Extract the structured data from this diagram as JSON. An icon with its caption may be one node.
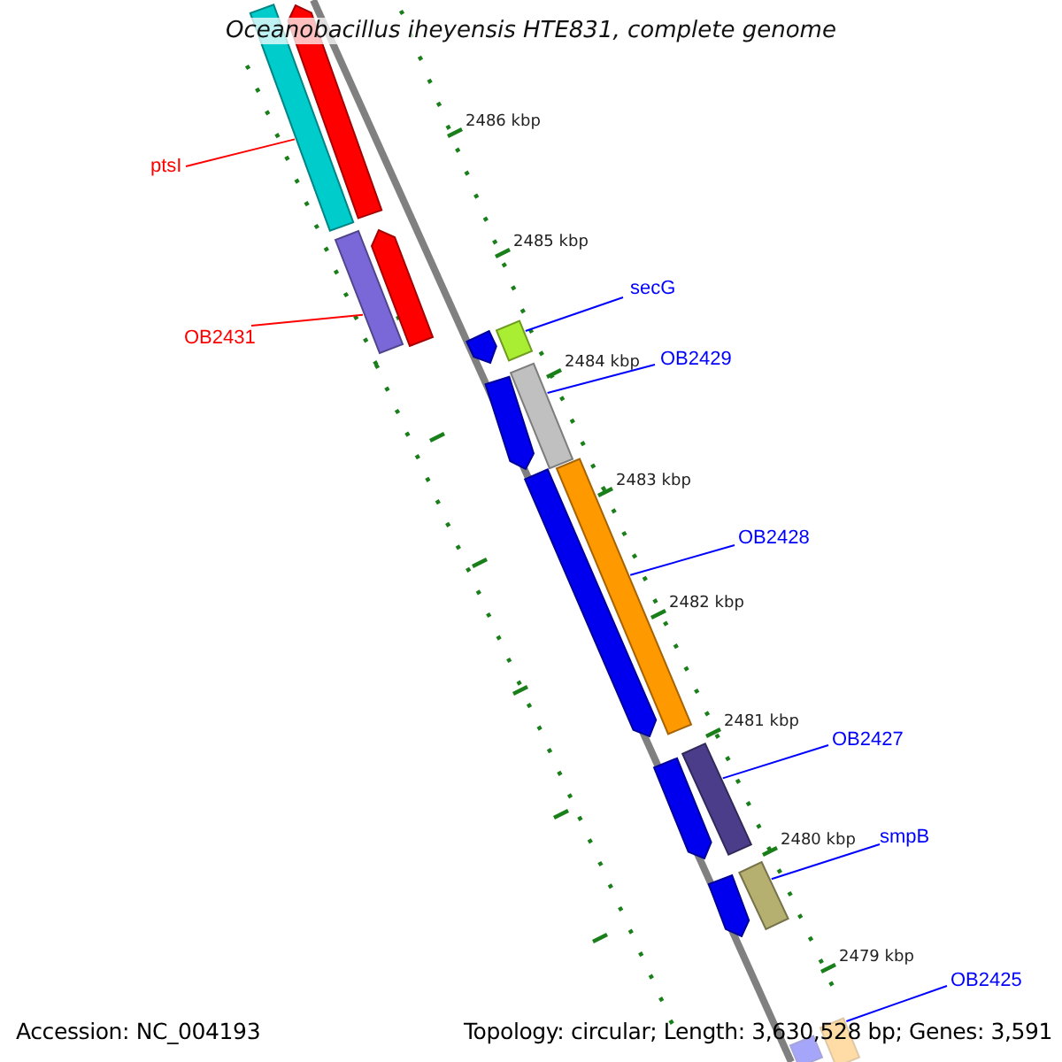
{
  "diagram": {
    "title": "Oceanobacillus iheyensis HTE831, complete genome",
    "nodes": [
      {
        "text": [
          "ptsI"
        ]
      },
      {
        "text": [],
        "shape": "bar"
      },
      {
        "text": [
          "OB2431"
        ]
      },
      {
        "text": [],
        "shape": "bar"
      },
      {
        "text": [
          "secG"
        ]
      },
      {
        "text": [],
        "shape": "bar"
      },
      {
        "text": [
          "OB2429"
        ]
      },
      {
        "text": [],
        "shape": "bar"
      },
      {
        "text": [
          "OB2428"
        ]
      },
      {
        "text": [],
        "shape": "bar"
      },
      {
        "text": [
          "OB2427"
        ]
      },
      {
        "text": [],
        "shape": "bar"
      },
      {
        "text": [
          "smpB"
        ]
      },
      {
        "text": [],
        "shape": "bar"
      },
      {
        "text": [
          "OB2425"
        ]
      },
      {
        "text": [],
        "shape": "bar"
      },
      {
        "text": [],
        "shape": "bar"
      },
      {
        "text": [],
        "shape": "bar"
      },
      {
        "text": [],
        "shape": "bar"
      },
      {
        "text": [],
        "shape": "bar"
      },
      {
        "text": [],
        "shape": "bar"
      },
      {
        "text": [],
        "shape": "bar"
      },
      {
        "text": [],
        "shape": "bar"
      },
      {
        "text": [],
        "shape": "bar"
      }
    ],
    "edges": [
      {
        "from": 0,
        "to": 1,
        "arrow": "none",
        "color": "#ff0000"
      },
      {
        "from": 2,
        "to": 3,
        "arrow": "none",
        "color": "#ff0000"
      },
      {
        "from": 4,
        "to": 5,
        "arrow": "none"
      },
      {
        "from": 6,
        "to": 7,
        "arrow": "none"
      },
      {
        "from": 8,
        "to": 9,
        "arrow": "none"
      },
      {
        "from": 10,
        "to": 11,
        "arrow": "none"
      },
      {
        "from": 12,
        "to": 13,
        "arrow": "none"
      },
      {
        "from": 14,
        "to": 15,
        "arrow": "none"
      }
    ],
    "labels": [
      "2486 kbp",
      "2485 kbp",
      "2484 kbp",
      "2483 kbp",
      "2482 kbp",
      "2481 kbp",
      "2480 kbp",
      "2479 kbp",
      "Accession: NC_004193",
      "Topology: circular; Length: 3,630,528 bp; Genes: 3,591"
    ]
  }
}
